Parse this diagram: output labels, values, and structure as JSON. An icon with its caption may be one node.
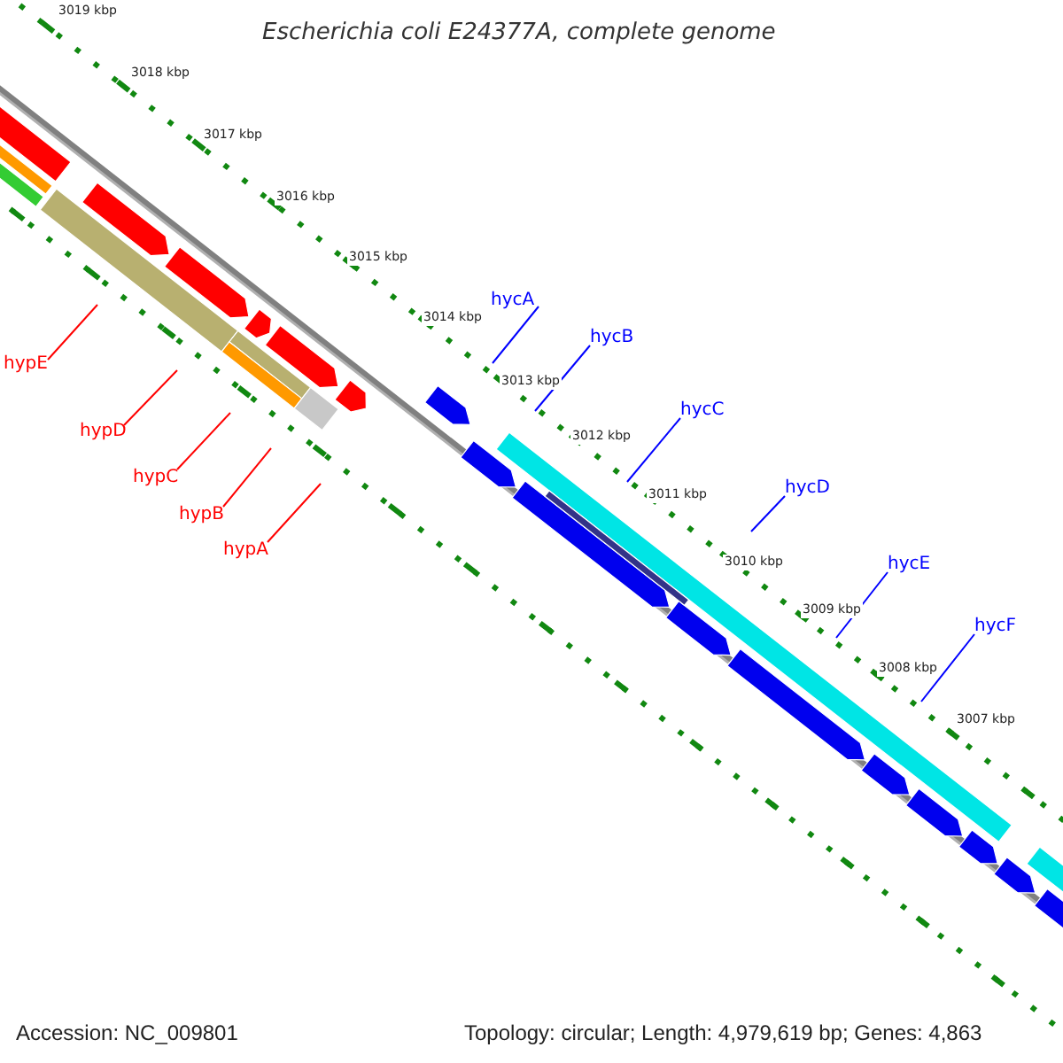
{
  "diagram": {
    "title": "Escherichia coli E24377A, complete genome",
    "nodes": [
      {
        "text": [
          "hypE"
        ]
      },
      {
        "text": [
          "hypD"
        ]
      },
      {
        "text": [
          "hypC"
        ]
      },
      {
        "text": [
          "hypB"
        ]
      },
      {
        "text": [
          "hypA"
        ]
      },
      {
        "text": [
          "hycA"
        ]
      },
      {
        "text": [
          "hycB"
        ]
      },
      {
        "text": [
          "hycC"
        ]
      },
      {
        "text": [
          "hycD"
        ]
      },
      {
        "text": [
          "hycE"
        ]
      },
      {
        "text": [
          "hycF"
        ]
      }
    ],
    "edges": [
      {
        "from": 0,
        "to": null,
        "arrow": "none",
        "color": "#ff0000"
      },
      {
        "from": 1,
        "to": null,
        "arrow": "none",
        "color": "#ff0000"
      },
      {
        "from": 2,
        "to": null,
        "arrow": "none",
        "color": "#ff0000"
      },
      {
        "from": 3,
        "to": null,
        "arrow": "none",
        "color": "#ff0000"
      },
      {
        "from": 4,
        "to": null,
        "arrow": "none",
        "color": "#ff0000"
      },
      {
        "from": 5,
        "to": null,
        "arrow": "none",
        "color": "#0000ff"
      },
      {
        "from": 6,
        "to": null,
        "arrow": "none",
        "color": "#0000ff"
      },
      {
        "from": 7,
        "to": null,
        "arrow": "none",
        "color": "#0000ff"
      },
      {
        "from": 8,
        "to": null,
        "arrow": "none",
        "color": "#0000ff"
      },
      {
        "from": 9,
        "to": null,
        "arrow": "none",
        "color": "#0000ff"
      },
      {
        "from": 10,
        "to": null,
        "arrow": "none",
        "color": "#0000ff"
      }
    ],
    "labels": [
      "3019 kbp",
      "3018 kbp",
      "3017 kbp",
      "3016 kbp",
      "3015 kbp",
      "3014 kbp",
      "3013 kbp",
      "3012 kbp",
      "3011 kbp",
      "3010 kbp",
      "3009 kbp",
      "3008 kbp",
      "3007 kbp",
      "Accession: NC_009801",
      "Topology: circular; Length: 4,979,619 bp; Genes: 4,863"
    ]
  }
}
